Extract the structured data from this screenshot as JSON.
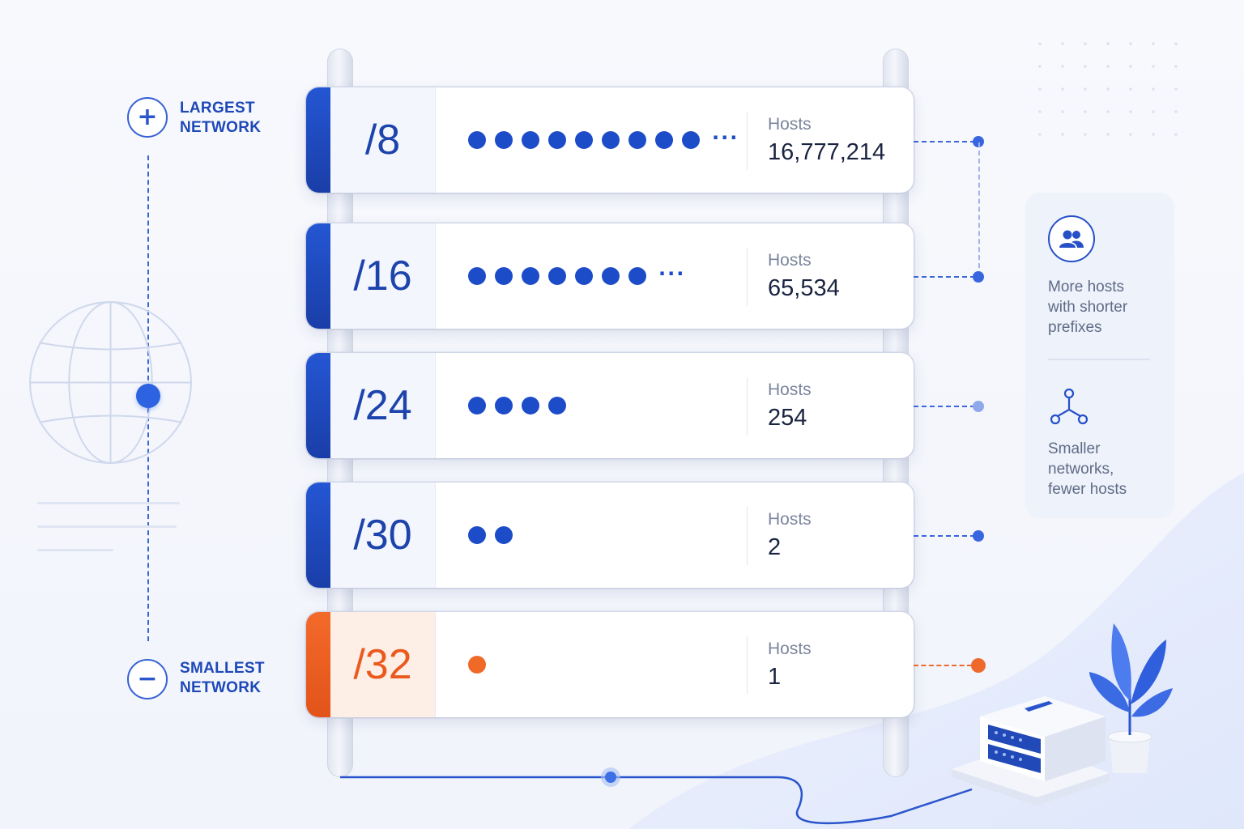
{
  "scale": {
    "top_label_line1": "LARGEST",
    "top_label_line2": "NETWORK",
    "bottom_label_line1": "SMALLEST",
    "bottom_label_line2": "NETWORK",
    "top_symbol": "+",
    "bottom_symbol": "−"
  },
  "rows": [
    {
      "prefix": "/8",
      "dots": 9,
      "ellipsis": "···",
      "hosts_label": "Hosts",
      "hosts": "16,777,214",
      "color": "blue"
    },
    {
      "prefix": "/16",
      "dots": 7,
      "ellipsis": "···",
      "hosts_label": "Hosts",
      "hosts": "65,534",
      "color": "blue"
    },
    {
      "prefix": "/24",
      "dots": 4,
      "ellipsis": "",
      "hosts_label": "Hosts",
      "hosts": "254",
      "color": "blue"
    },
    {
      "prefix": "/30",
      "dots": 2,
      "ellipsis": "",
      "hosts_label": "Hosts",
      "hosts": "2",
      "color": "blue"
    },
    {
      "prefix": "/32",
      "dots": 1,
      "ellipsis": "",
      "hosts_label": "Hosts",
      "hosts": "1",
      "color": "orange"
    }
  ],
  "panel": {
    "top_text_line1": "More hosts",
    "top_text_line2": "with shorter",
    "top_text_line3": "prefixes",
    "bottom_text_line1": "Smaller",
    "bottom_text_line2": "networks,",
    "bottom_text_line3": "fewer hosts",
    "top_icon": "users-icon",
    "bottom_icon": "network-nodes-icon"
  },
  "colors": {
    "primary_blue": "#1d4cc9",
    "accent_orange": "#f06a27",
    "label_gray": "#7b859d"
  }
}
